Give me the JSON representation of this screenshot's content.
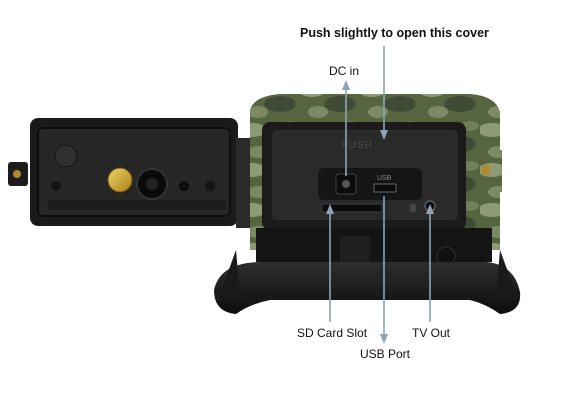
{
  "colors": {
    "background": "#ffffff",
    "arrow": "#8fa2b8",
    "cover_outer": "#1a1a1a",
    "cover_inner": "#262626",
    "gold_button": "#c9a227",
    "camo_dark": "#3f4a34",
    "camo_mid": "#5b6a48",
    "camo_light": "#8d9a74",
    "body_black": "#141414"
  },
  "annotations": {
    "push_cover": "Push slightly to open this cover",
    "dc_in": "DC in",
    "sd_card_slot": "SD Card Slot",
    "usb_port": "USB Port",
    "tv_out": "TV Out"
  },
  "device_markings": {
    "push": "PUSH",
    "usb": "USB"
  },
  "icons": [
    "arrow-up-icon",
    "arrow-down-icon",
    "camera-lens-icon",
    "gold-button-icon",
    "mount-screw-icon"
  ]
}
